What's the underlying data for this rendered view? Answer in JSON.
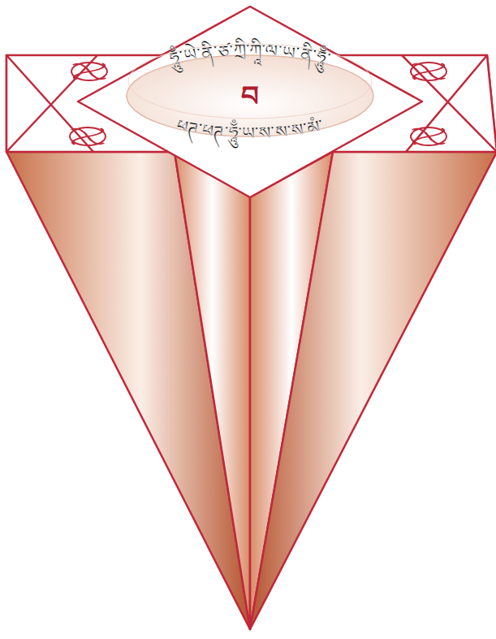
{
  "diagram": {
    "labels": [
      "ཧཱུྃ་ཡེ་ནི་ཙ་ཀྲི་ཀཱི་ལ་ཡ་ནི་ཧཱུྃ་",
      "བ",
      "ཕཊ་ཕཊ་ཧཱུྃ་ཡ་ས་ས་ས་མཾ་"
    ]
  }
}
